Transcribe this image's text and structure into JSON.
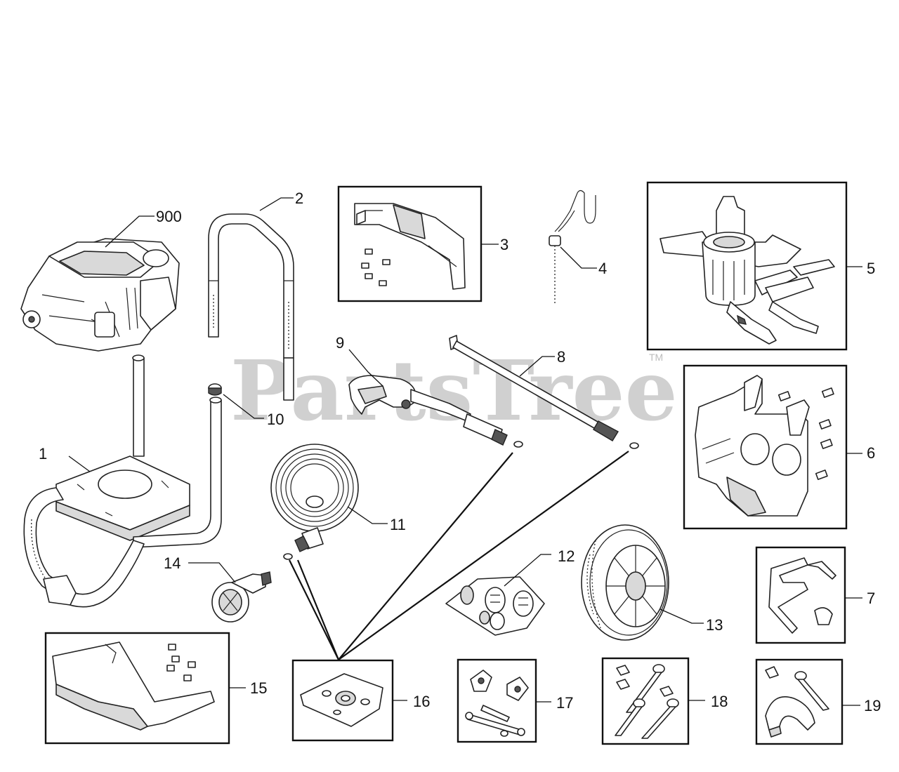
{
  "watermark": {
    "text": "PartsTree",
    "trademark": "TM"
  },
  "callouts": {
    "engine": "900",
    "frame_base": "1",
    "handle": "2",
    "handle_kit": "3",
    "chemical_hose": "4",
    "pump": "5",
    "panel_kit": "6",
    "gun_holder": "7",
    "wand": "8",
    "spray_gun": "9",
    "handle_cap": "10",
    "hose": "11",
    "nozzle_kit": "12",
    "wheel": "13",
    "nozzle": "14",
    "console_kit": "15",
    "o_ring_kit": "16",
    "knob_kit": "17",
    "bolt_kit": "18",
    "foot_kit": "19"
  },
  "colors": {
    "line": "#111111",
    "watermark": "#bdbdbd",
    "background": "#ffffff"
  }
}
